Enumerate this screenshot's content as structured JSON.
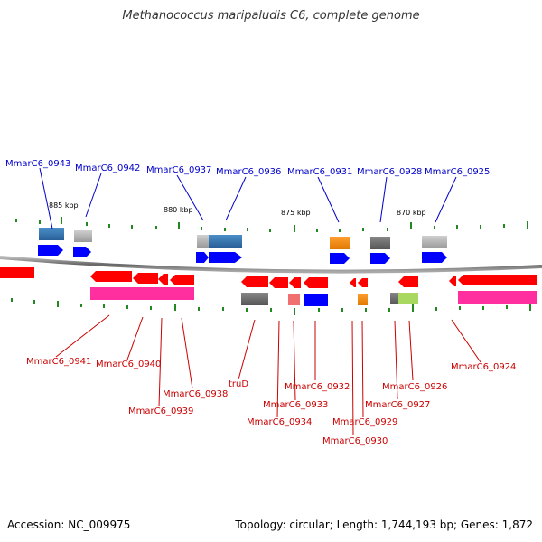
{
  "header": {
    "title": "Methanococcus maripaludis C6, complete genome"
  },
  "footer": {
    "accession": "Accession: NC_009975",
    "topology": "Topology: circular; Length: 1,744,193 bp; Genes: 1,872"
  },
  "scale": [
    "885 kbp",
    "880 kbp",
    "875 kbp",
    "870 kbp"
  ],
  "top_labels": [
    "MmarC6_0943",
    "MmarC6_0942",
    "MmarC6_0937",
    "MmarC6_0936",
    "MmarC6_0931",
    "MmarC6_0928",
    "MmarC6_0925"
  ],
  "bottom_labels": [
    "MmarC6_0941",
    "MmarC6_0940",
    "MmarC6_0938",
    "MmarC6_0939",
    "truD",
    "MmarC6_0933",
    "MmarC6_0934",
    "MmarC6_0932",
    "MmarC6_0930",
    "MmarC6_0929",
    "MmarC6_0927",
    "MmarC6_0926",
    "MmarC6_0924"
  ],
  "colors": {
    "forward_gene": "#0000ff",
    "reverse_gene": "#ff0000",
    "reverse_protein": "#ff2fa0",
    "top_label": "#0000cc",
    "bottom_label": "#cc0000",
    "tick": "#228822",
    "backbone": "#888888"
  }
}
